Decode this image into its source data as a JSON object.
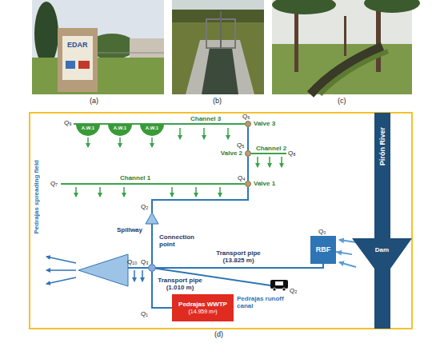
{
  "diagram": {
    "nodes": [
      {
        "text": [
          "Pirón River"
        ]
      },
      {
        "text": [
          "Dam"
        ]
      },
      {
        "text": [
          "RBF"
        ]
      },
      {
        "text": [
          "Connection point"
        ]
      },
      {
        "text": [
          "Spillway"
        ]
      },
      {
        "text": [
          "Pedrajas WWTP",
          "(14.959 m³)"
        ]
      },
      {
        "text": [
          "Valve 1"
        ]
      },
      {
        "text": [
          "Valve 2"
        ]
      },
      {
        "text": [
          "Valve 3"
        ]
      },
      {
        "text": [
          "A.W.1"
        ]
      },
      {
        "text": [
          "A.W.1"
        ]
      },
      {
        "text": [
          "A.W.1"
        ]
      }
    ],
    "edges": [
      {
        "from": 1,
        "to": 2,
        "arrow": "to"
      },
      {
        "from": 2,
        "to": 3,
        "label": "Transport pipe (13.825 m)",
        "arrow": "none"
      },
      {
        "from": 5,
        "to": 3,
        "label": "Transport pipe (1.010 m)",
        "arrow": "none"
      },
      {
        "from": 3,
        "to": 4,
        "arrow": "none"
      },
      {
        "from": 4,
        "to": 6,
        "arrow": "none"
      },
      {
        "from": 6,
        "to": 7,
        "arrow": "none"
      },
      {
        "from": 7,
        "to": 8,
        "arrow": "none"
      }
    ],
    "labels": [
      "(a)",
      "(b)",
      "(c)",
      "EDAR",
      "(d)",
      "Q₉",
      "Channel 3",
      "Q₆",
      "Q₅",
      "Channel 2",
      "Q₈",
      "Channel 1",
      "Q₇",
      "Q₄",
      "Q₂",
      "Q₁₀",
      "Q₃",
      "Pedrajas spreading field",
      "Q₀",
      "Pedrajas runoff canal",
      "Q₂",
      "Q₁"
    ]
  }
}
